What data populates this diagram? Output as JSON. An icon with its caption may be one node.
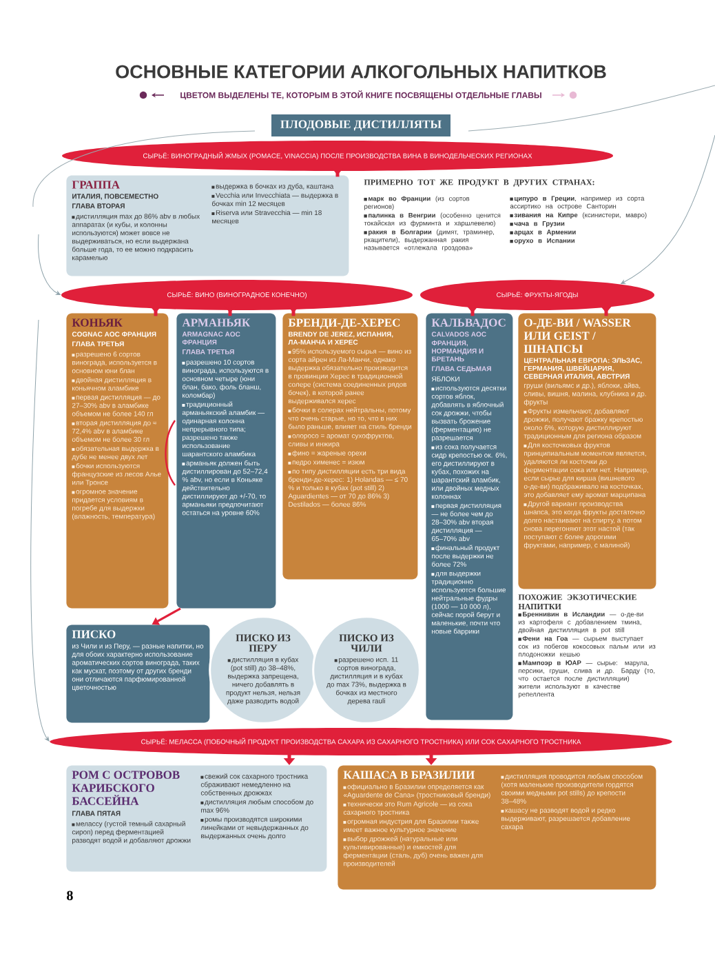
{
  "diagram": {
    "title": "ОСНОВНЫЕ КАТЕГОРИИ АЛКОГОЛЬНЫХ НАПИТКОВ",
    "nodes": [
      {
        "text": [
          "ПЛОДОВЫЕ ДИСТИЛЛЯТЫ"
        ]
      },
      {
        "text": [
          "СЫРЬЁ: ВИНОГРАДНЫЙ ЖМЫХ (POMACE, VINACCIA) ПОСЛЕ ПРОИЗВОДСТВА ВИНА В ВИНОДЕЛЬЧЕСКИХ РЕГИОНАХ"
        ]
      },
      {
        "text": [
          "ГРАППА",
          "ИТАЛИЯ, ПОВСЕМЕСТНО",
          "ГЛАВА ВТОРАЯ",
          "дистилляция max до 86% abv в любых аппаратах (и кубы, и колонны используются) может вовсе не выдерживаться, но если выдержана больше года, то ее можно подкрасить карамелью",
          "выдержка в бочках из дуба, каштана",
          "Vecchia или Invecchiata — выдержка в бочках min 12 месяцев",
          "Riserva или Stravecchia — min 18 месяцев"
        ]
      },
      {
        "text": [
          "СЫРЬЁ: ВИНО (ВИНОГРАДНОЕ КОНЕЧНО)"
        ]
      },
      {
        "text": [
          "СЫРЬЁ: ФРУКТЫ-ЯГОДЫ"
        ]
      },
      {
        "text": [
          "КОНЬЯК",
          "COGNAC AOC ФРАНЦИЯ",
          "ГЛАВА ТРЕТЬЯ",
          "разрешено 6 сортов винограда, используется в основном юни блан",
          "двойная дистилляция в коньячном аламбике",
          "первая дистилляция — до 27–30% abv в аламбике объемом не более 140 гл",
          "вторая дистилляция до ≈ 72,4% abv в аламбике объемом не более 30 гл",
          "обязательная выдержка в дубе не менее двух лет",
          "бочки используются французские из лесов Алье или Тронсе",
          "огромное значение придается условиям в погребе для выдержки (влажность, температура)"
        ]
      },
      {
        "text": [
          "АРМАНЬЯК",
          "ARMAGNAC AOC ФРАНЦИЯ",
          "ГЛАВА ТРЕТЬЯ",
          "разрешено 10 сортов винограда, используются в основном четыре (юни блан, бако, фоль бланш, коломбар)",
          "традиционный арманьякский аламбик — одинарная колонна непрерывного типа; разрешено также использование шарантского аламбика",
          "арманьяк должен быть дистиллирован до 52–72,4 % abv, но если в Коньяке действительно дистиллируют до +/-70, то арманьяки предпочитают остаться на уровне 60%"
        ]
      },
      {
        "text": [
          "БРЕНДИ-ДЕ-ХЕРЕС",
          "BRENDY DE JEREZ, ИСПАНИЯ, ЛА-МАНЧА И ХЕРЕС",
          "95% используемого сырья — вино из сорта айрен из Ла-Манчи, однако выдержка обязательно производится в провинции Херес в традиционной солере (система соединенных рядов бочек), в которой ранее выдерживался херес",
          "бочки в солерах нейтральны, потому что очень старые, но то, что в них было раньше, влияет на стиль бренди",
          "олоросо = аромат сухофруктов, сливы и инжира",
          "фино = жареные орехи",
          "педро хименес = изюм",
          "по типу дистилляции есть три вида бренди-де-херес: 1) Holandas — ≤ 70 % и только в кубах (pot still) 2) Aguardientes — от 70 до 86% 3) Destilados — более 86%"
        ]
      },
      {
        "text": [
          "КАЛЬВАДОС",
          "CALVADOS AOC",
          "ФРАНЦИЯ, НОРМАНДИЯ И БРЕТАНЬ",
          "ГЛАВА СЕДЬМАЯ",
          "ЯБЛОКИ",
          "используются десятки сортов яблок, добавлять в яблочный сок дрожжи, чтобы вызвать брожение (ферментацию) не разрешается",
          "из сока получается сидр крепостью ок. 6%, его дистиллируют в кубах, похожих на шарантский аламбик, или двойных медных колоннах",
          "первая дистилляция — не более чем до 28–30% abv вторая дистилляция — 65–70% abv",
          "финальный продукт после выдержки не более 72%",
          "для выдержки традиционно используются большие нейтральные фудры (1000 — 10 000 л), сейчас порой берут и маленькие, почти что новые баррики"
        ]
      },
      {
        "text": [
          "О-ДЕ-ВИ / WASSER ИЛИ GEIST / ШНАПСЫ",
          "ЦЕНТРАЛЬНАЯ ЕВРОПА: ЭЛЬЗАС, ГЕРМАНИЯ, ШВЕЙЦАРИЯ, СЕВЕРНАЯ ИТАЛИЯ, АВСТРИЯ",
          "груши (вильямс и др.), яблоки, айва, сливы, вишня, малина, клубника и др. фрукты",
          "Фрукты измельчают, добавляют дрожжи, получают бражку крепостью около 6%, которую дистиллируют традиционным для региона образом",
          "Для косточковых фруктов принципиальным моментом является, удаляются ли косточки до ферментации сока или нет. Например, если сырье для кирша (вишневого о-де-ви) подбраживало на косточках, это добавляет ему аромат марципана",
          "Другой вариант производства шнапса, это когда фрукты достаточно долго настаивают на спирту, а потом снова перегоняют этот настой (так поступают с более дорогими фруктами, например, с малиной)"
        ]
      },
      {
        "text": [
          "ПИСКО",
          "из Чили и из Перу, — разные напитки, но для обоих характерно использование ароматических сортов винограда, таких как мускат, поэтому от других бренди они отличаются парфюмированной цветочностью"
        ]
      },
      {
        "text": [
          "ПИСКО ИЗ ПЕРУ",
          "дистилляция в кубах (pot still) до 38–48%, выдержка запрещена, ничего добавлять в продукт нельзя, нельзя даже разводить водой"
        ]
      },
      {
        "text": [
          "ПИСКО ИЗ ЧИЛИ",
          "разрешено исп. 11 сортов винограда, дистилляция и в кубах до max 73%, выдержка в бочках из местного дерева rauli"
        ]
      },
      {
        "text": [
          "СЫРЬЁ: МЕЛАССА (ПОБОЧНЫЙ ПРОДУКТ ПРОИЗВОДСТВА САХАРА ИЗ САХАРНОГО ТРОСТНИКА) ИЛИ СОК САХАРНОГО ТРОСТНИКА"
        ]
      },
      {
        "text": [
          "РОМ С ОСТРОВОВ КАРИБСКОГО БАССЕЙНА",
          "ГЛАВА ПЯТАЯ",
          "мелассу (густой темный сахарный сироп) перед ферментацией разводят водой и добавляют дрожжи",
          "свежий сок сахарного тростника сбраживают немедленно на собственных дрожжах",
          "дистилляция любым способом до max 96%",
          "ромы производятся широкими линейками от невыдержанных до выдержанных очень долго"
        ]
      },
      {
        "text": [
          "КАШАСА В БРАЗИЛИИ",
          "официально в Бразилии определяется как «Aguardente de Cana» (тростниковый бренди)",
          "технически это Rum Agricole — из сока сахарного тростника",
          "огромная индустрия для Бразилии также имеет важное культурное значение",
          "выбор дрожжей (натуральные или культивированные) и емкостей для ферментации (сталь, дуб) очень важен для производителей",
          "дистилляция проводится любым способом (хотя маленькие производители гордятся своими медными pot stills) до крепости 38–48%",
          "кашасу не разводят водой и редко выдерживают, разрешается добавление сахара"
        ]
      }
    ],
    "edges": [
      {
        "from": 1,
        "to": 2,
        "arrow": "to"
      },
      {
        "from": 3,
        "to": 5,
        "arrow": "to"
      },
      {
        "from": 3,
        "to": 6,
        "arrow": "to"
      },
      {
        "from": 3,
        "to": 7,
        "arrow": "to"
      },
      {
        "from": 4,
        "to": 8,
        "arrow": "to"
      },
      {
        "from": 4,
        "to": 9,
        "arrow": "to"
      },
      {
        "from": 6,
        "to": 10,
        "arrow": "to"
      },
      {
        "from": 13,
        "to": 14,
        "arrow": "to"
      },
      {
        "from": 13,
        "to": 15,
        "arrow": "to"
      },
      {
        "from": null,
        "to": 3,
        "arrow": "to",
        "color": "#8fa3ab"
      },
      {
        "from": null,
        "to": 13,
        "arrow": "to",
        "color": "#8fa3ab"
      },
      {
        "from": null,
        "to": 4,
        "arrow": "to",
        "color": "#8fa3ab"
      }
    ],
    "labels": [
      "ЦВЕТОМ ВЫДЕЛЕНЫ ТЕ, КОТОРЫМ В ЭТОЙ КНИГЕ ПОСВЯЩЕНЫ ОТДЕЛЬНЫЕ ГЛАВЫ",
      "ПРИМЕРНО ТОТ ЖЕ ПРОДУКТ В ДРУГИХ СТРАНАХ:",
      "**марк во Франции** (из сортов регионов)",
      "**палинка в Венгрии** (особенно ценится токайская из фурминта и харшлевелю)",
      "**ракия в Болгарии** (димят, траминер, ркацители), выдержанная ракия называется «отлежала гроздова»",
      "**ципуро в Греции**, например из сорта ассиртико на острове Санторин",
      "**зивания на Кипре** (ксинистери, мавро)",
      "**чача в Грузии**",
      "**арцах в Армении**",
      "**орухо в Испании**",
      "ПОХОЖИЕ ЭКЗОТИЧЕСКИЕ НАПИТКИ",
      "**Бреннивин в Исландии** — о-де-ви из картофеля с добавлением тмина, двойная дистилляция в pot still",
      "**Фени на Гоа** — сырьем выступает сок из побегов кокосовых пальм или из плодоножки кешью",
      "**Мампоэр в ЮАР** — сырье: марула, персики, груши, слива и др. Барду (то, что остается после дистилляции) жители используют в качестве репеллента",
      "8"
    ]
  }
}
